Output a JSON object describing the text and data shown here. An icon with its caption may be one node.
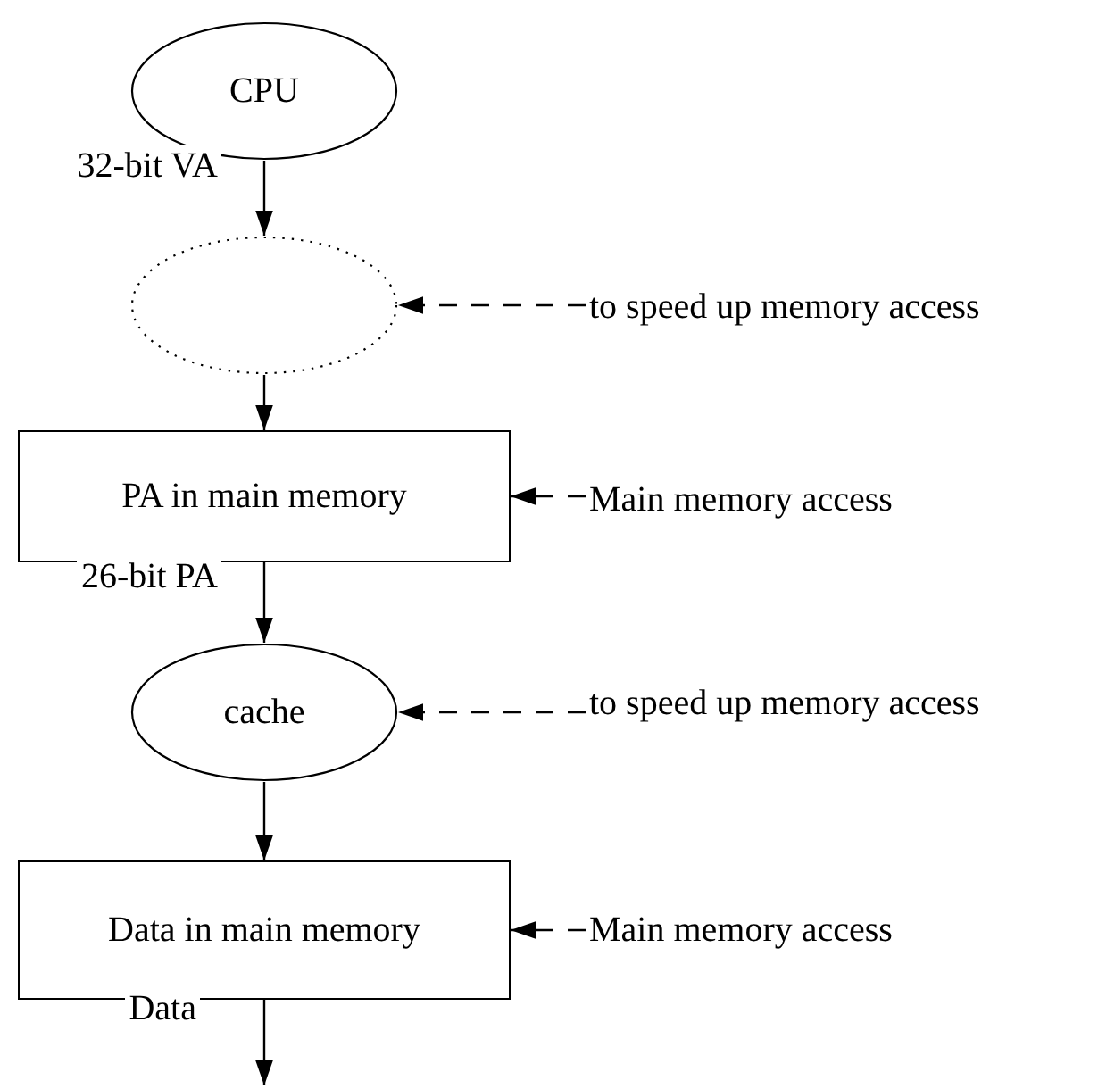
{
  "diagram": {
    "nodes": [
      {
        "text": [
          "CPU"
        ]
      },
      {
        "text": [],
        "shape": "ellipse"
      },
      {
        "text": [
          "to speed up memory access"
        ]
      },
      {
        "text": [
          "PA in main memory"
        ]
      },
      {
        "text": [
          "Main memory access"
        ]
      },
      {
        "text": [
          "cache"
        ]
      },
      {
        "text": [
          "to speed up memory access"
        ]
      },
      {
        "text": [
          "Data in main memory"
        ]
      },
      {
        "text": [
          "Main memory access"
        ]
      }
    ],
    "edges": [
      {
        "from": 0,
        "to": 1,
        "arrow": "to",
        "label": "32-bit VA"
      },
      {
        "from": 2,
        "to": 1,
        "arrow": "to",
        "style": "dashed"
      },
      {
        "from": 1,
        "to": 3,
        "arrow": "to"
      },
      {
        "from": 4,
        "to": 3,
        "arrow": "to",
        "style": "dashed"
      },
      {
        "from": 3,
        "to": 5,
        "arrow": "to",
        "label": "26-bit PA"
      },
      {
        "from": 6,
        "to": 5,
        "arrow": "to",
        "style": "dashed"
      },
      {
        "from": 5,
        "to": 7,
        "arrow": "to"
      },
      {
        "from": 8,
        "to": 7,
        "arrow": "to",
        "style": "dashed"
      },
      {
        "from": 7,
        "to": null,
        "arrow": "to",
        "label": "Data"
      }
    ]
  }
}
